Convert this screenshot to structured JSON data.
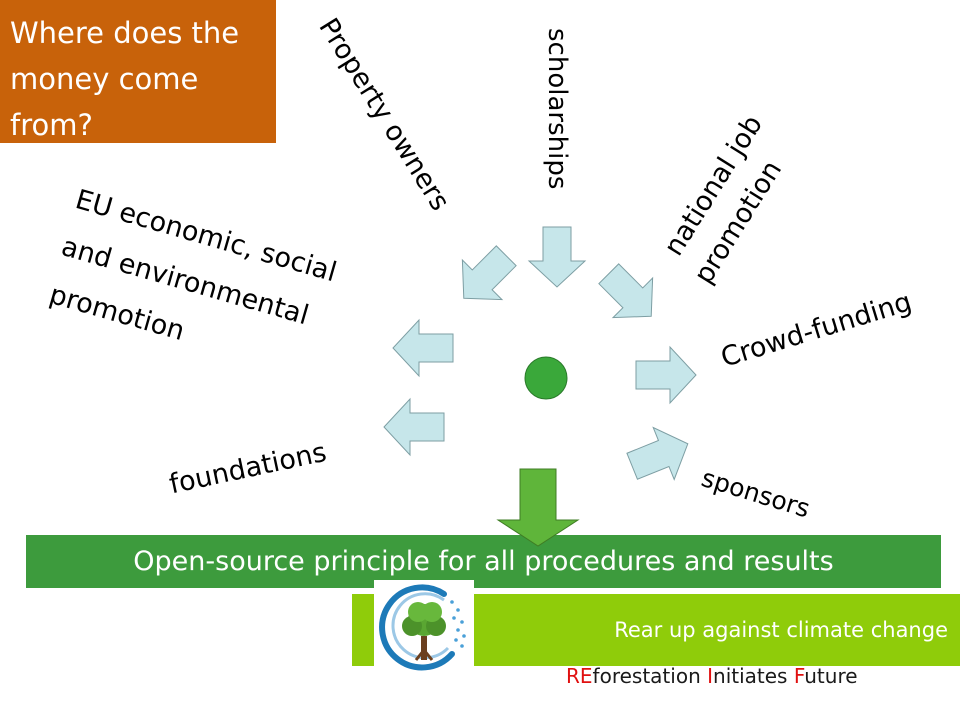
{
  "title": {
    "line1": "Where does the",
    "line2": "money come",
    "line3": "from?"
  },
  "sources": {
    "property_owners": "Property owners",
    "scholarships": "scholarships",
    "national_job_1": "national job",
    "national_job_2": "promotion",
    "eu_1": "EU economic, social",
    "eu_2": "and environmental",
    "eu_3": "promotion",
    "crowdfunding": "Crowd-funding",
    "foundations": "foundations",
    "sponsors": "sponsors"
  },
  "principle": "Open-source principle for all procedures and results",
  "slogan": "Rear up against climate change",
  "acronym": {
    "p1": "RE",
    "p2": "forestation ",
    "p3": "I",
    "p4": "nitiates ",
    "p5": "F",
    "p6": "uture"
  },
  "colors": {
    "title_bg": "#c8620a",
    "arrow_fill": "#c6e6ea",
    "center_dot": "#3aa83a",
    "principle_bar": "#3d9b3d",
    "slogan_strip": "#8fcc0a",
    "acronym_highlight": "#e01010"
  },
  "icons": {
    "logo": "tree-with-rain-logo-icon"
  }
}
